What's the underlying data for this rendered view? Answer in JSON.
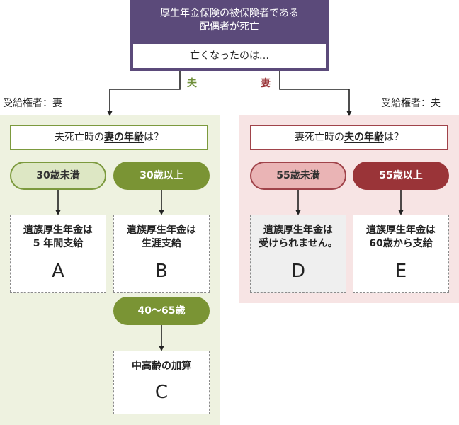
{
  "top": {
    "title_line1": "厚生年金保険の被保険者である",
    "title_line2": "配偶者が死亡",
    "subtitle": "亡くなったのは…"
  },
  "branch_husband": {
    "label": "夫",
    "grantee": "受給権者：妻"
  },
  "branch_wife": {
    "label": "妻",
    "grantee": "受給権者：夫"
  },
  "left": {
    "question_prefix": "夫死亡時の",
    "question_emphasis": "妻の年齢",
    "question_suffix": "は？",
    "pill_under30": "30歳未満",
    "pill_over30": "30歳以上",
    "result_a_line1": "遺族厚生年金は",
    "result_a_line2": "5 年間支給",
    "result_a_letter": "A",
    "result_b_line1": "遺族厚生年金は",
    "result_b_line2": "生涯支給",
    "result_b_letter": "B",
    "pill_age_range": "40～65歳",
    "result_c_line1": "中高齢の加算",
    "result_c_letter": "C"
  },
  "right": {
    "question_prefix": "妻死亡時の",
    "question_emphasis": "夫の年齢",
    "question_suffix": "は？",
    "pill_under55": "55歳未満",
    "pill_over55": "55歳以上",
    "result_d_line1": "遺族厚生年金は",
    "result_d_line2": "受けられません。",
    "result_d_letter": "D",
    "result_e_line1": "遺族厚生年金は",
    "result_e_line2": "60歳から支給",
    "result_e_letter": "E"
  },
  "colors": {
    "header_purple": "#5b4a7a",
    "green_dark": "#7a9434",
    "green_light": "#dde7c4",
    "green_panel": "#eef2e0",
    "red_dark": "#9a3438",
    "red_light": "#eab4b5",
    "red_panel": "#f7e4e4"
  }
}
